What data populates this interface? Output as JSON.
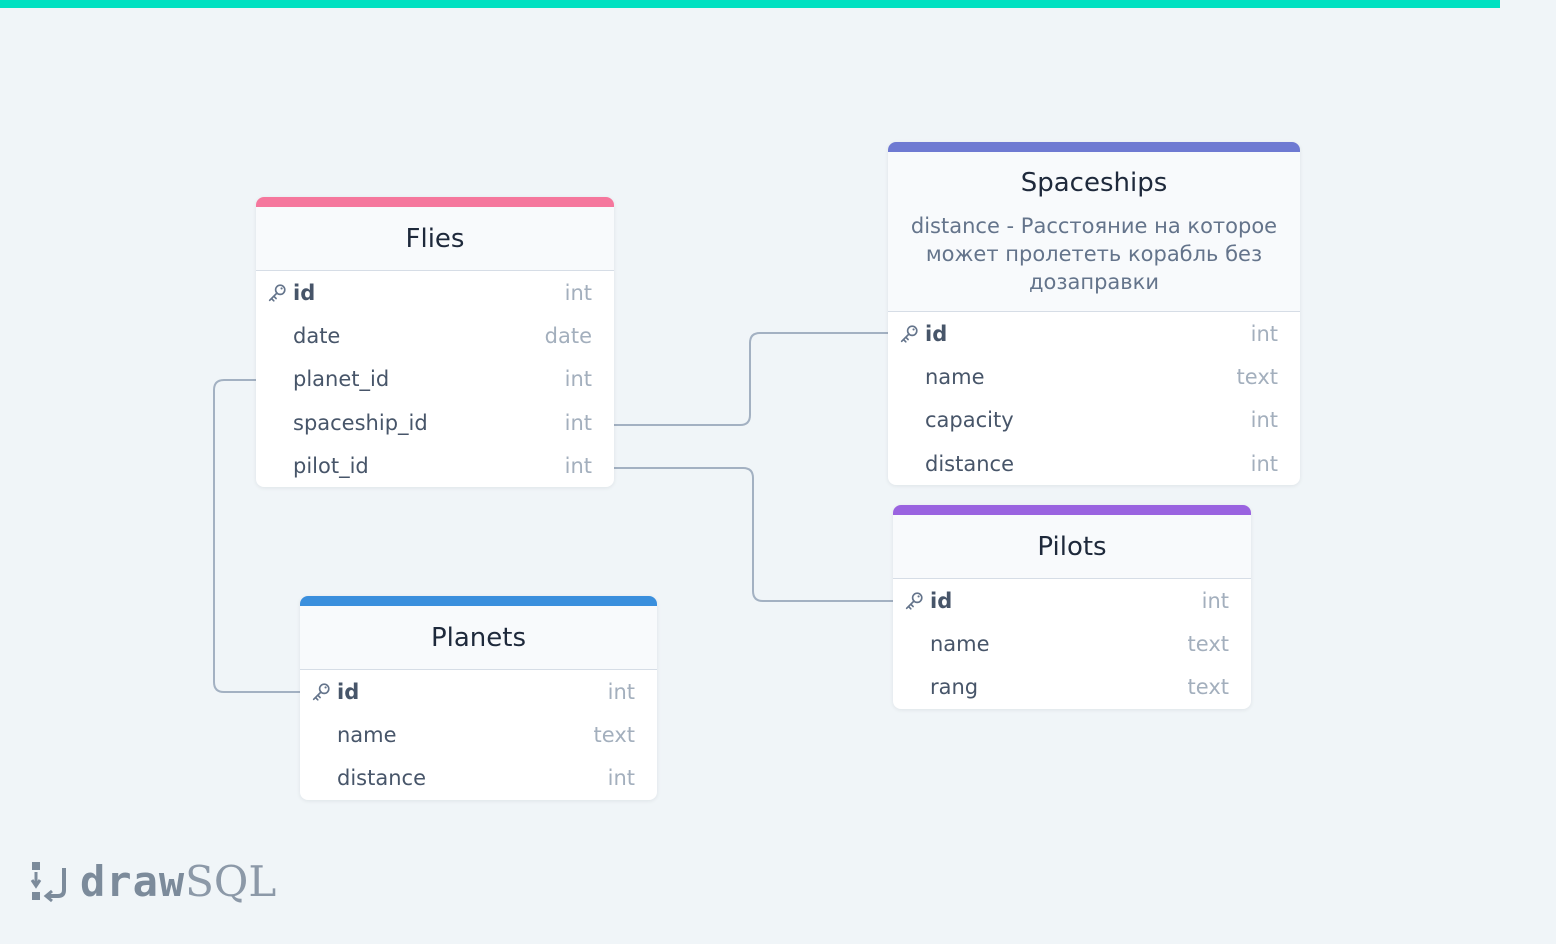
{
  "colors": {
    "background": "#f0f5f8",
    "top_strip": "#00e1c1",
    "flies": "#f5779d",
    "spaceships": "#6e7ad2",
    "pilots": "#9a63e0",
    "planets": "#3a8fdd",
    "connector": "#a3b1c2"
  },
  "tables": {
    "flies": {
      "title": "Flies",
      "columns": [
        {
          "name": "id",
          "type": "int",
          "pk": true
        },
        {
          "name": "date",
          "type": "date"
        },
        {
          "name": "planet_id",
          "type": "int"
        },
        {
          "name": "spaceship_id",
          "type": "int"
        },
        {
          "name": "pilot_id",
          "type": "int"
        }
      ]
    },
    "spaceships": {
      "title": "Spaceships",
      "note": "distance - Расстояние на которое может пролететь корабль без дозаправки",
      "columns": [
        {
          "name": "id",
          "type": "int",
          "pk": true
        },
        {
          "name": "name",
          "type": "text"
        },
        {
          "name": "capacity",
          "type": "int"
        },
        {
          "name": "distance",
          "type": "int"
        }
      ]
    },
    "pilots": {
      "title": "Pilots",
      "columns": [
        {
          "name": "id",
          "type": "int",
          "pk": true
        },
        {
          "name": "name",
          "type": "text"
        },
        {
          "name": "rang",
          "type": "text"
        }
      ]
    },
    "planets": {
      "title": "Planets",
      "columns": [
        {
          "name": "id",
          "type": "int",
          "pk": true
        },
        {
          "name": "name",
          "type": "text"
        },
        {
          "name": "distance",
          "type": "int"
        }
      ]
    }
  },
  "logo": {
    "part1": "draw",
    "part2": "SQL"
  }
}
